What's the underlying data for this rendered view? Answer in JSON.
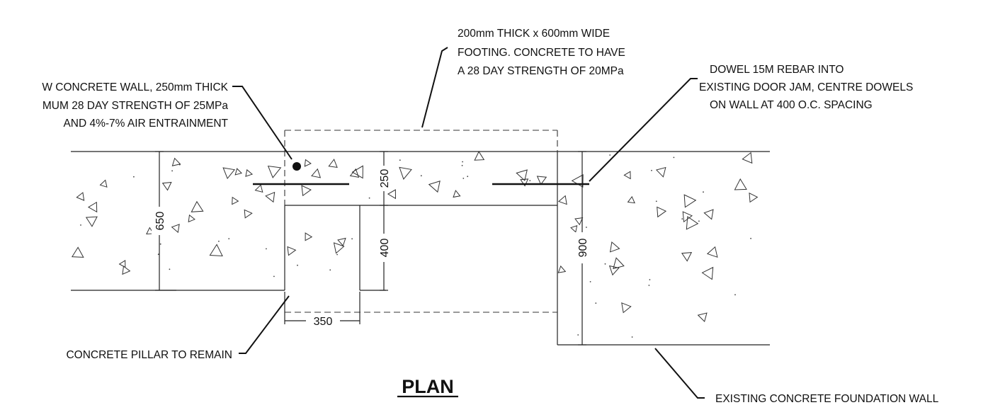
{
  "drawing": {
    "title": "PLAN",
    "notes": {
      "footing": [
        "200mm THICK x 600mm WIDE",
        "FOOTING.  CONCRETE TO HAVE",
        "A 28 DAY STRENGTH OF 20MPa"
      ],
      "new_wall": [
        "W CONCRETE WALL, 250mm THICK",
        "MUM 28 DAY STRENGTH OF 25MPa",
        "AND 4%-7% AIR ENTRAINMENT"
      ],
      "dowel": [
        "DOWEL 15M REBAR INTO",
        "EXISTING DOOR JAM, CENTRE DOWELS",
        "ON WALL AT 400 O.C. SPACING"
      ],
      "pillar": "CONCRETE PILLAR TO REMAIN",
      "foundation": "EXISTING CONCRETE FOUNDATION WALL"
    },
    "dimensions": {
      "left_wall": "650",
      "new_wall_thickness": "250",
      "pillar_depth": "400",
      "pillar_width": "350",
      "right_wall": "900"
    },
    "colors": {
      "line": "#111111",
      "background": "#ffffff"
    }
  }
}
